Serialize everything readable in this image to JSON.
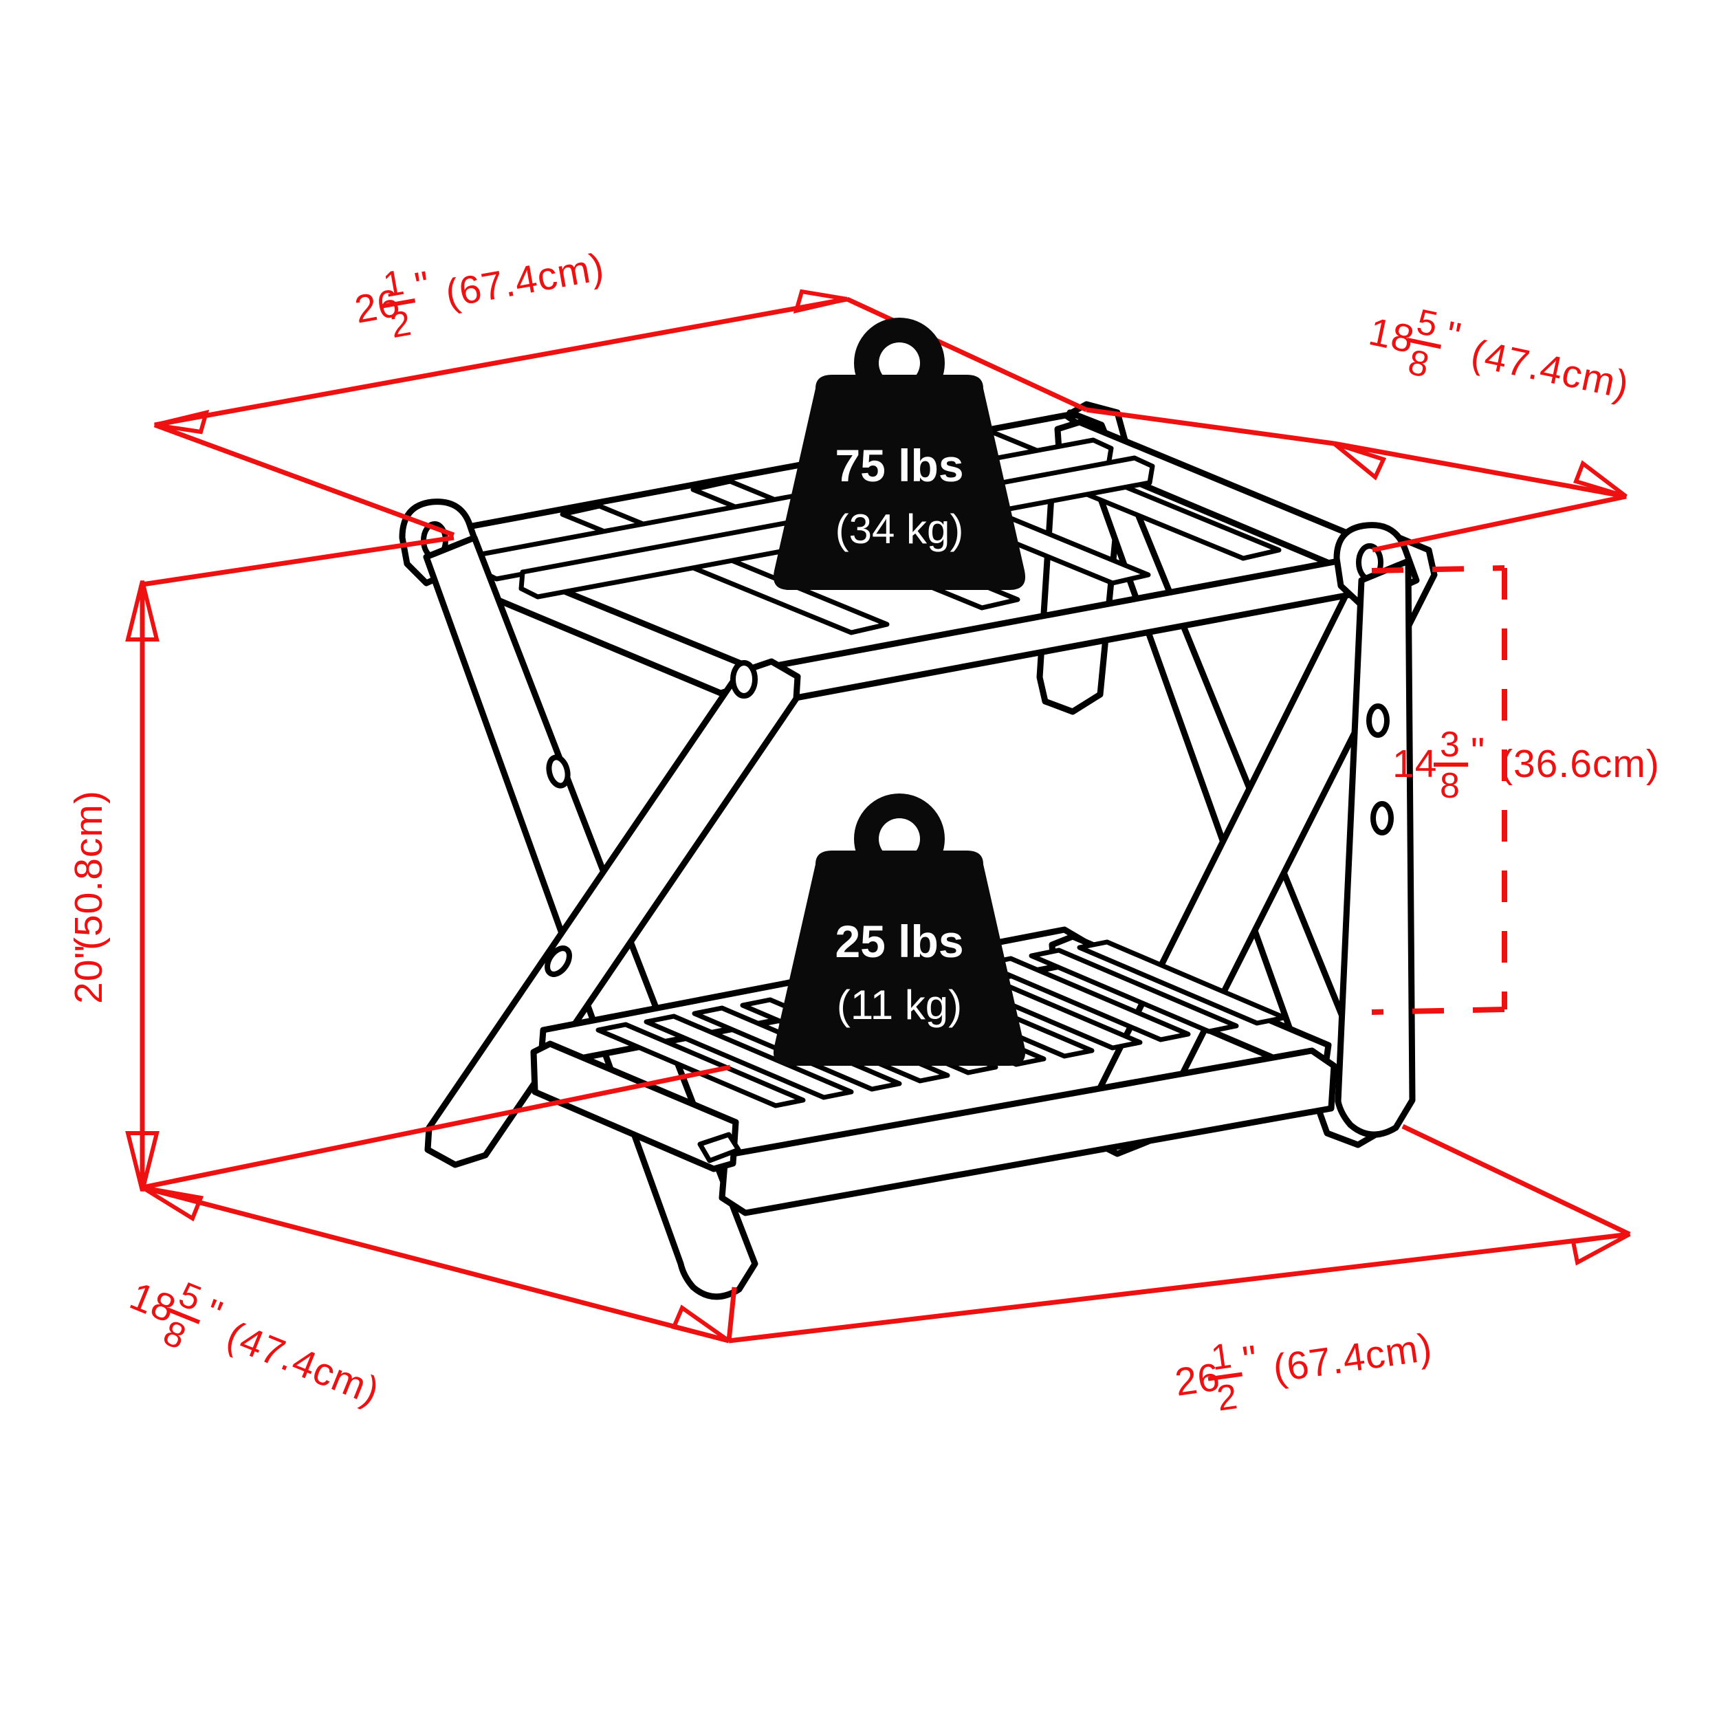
{
  "diagram": {
    "title": "Folding luggage rack dimension diagram",
    "colors": {
      "dimension_red": "#ee1111",
      "outline_black": "#000000",
      "badge_black": "#0a0a0a",
      "background": "#ffffff"
    }
  },
  "dimensions": {
    "top_width": {
      "whole": "26",
      "frac_num": "1",
      "frac_den": "2",
      "unit": "\"",
      "metric": "(67.4cm)",
      "full": "26 1/2\" (67.4cm)"
    },
    "top_depth": {
      "whole": "18",
      "frac_num": "5",
      "frac_den": "8",
      "unit": "\"",
      "metric": "(47.4cm)",
      "full": "18 5/8\" (47.4cm)"
    },
    "height": {
      "value": "20\"",
      "metric": "(50.8cm)",
      "full": "20\" (50.8cm)"
    },
    "side_height": {
      "whole": "14",
      "frac_num": "3",
      "frac_den": "8",
      "unit": "\"",
      "metric": "(36.6cm)",
      "full": "14 3/8\" (36.6cm)"
    },
    "bottom_depth": {
      "whole": "18",
      "frac_num": "5",
      "frac_den": "8",
      "unit": "\"",
      "metric": "(47.4cm)",
      "full": "18 5/8\" (47.4cm)"
    },
    "bottom_width": {
      "whole": "26",
      "frac_num": "1",
      "frac_den": "2",
      "unit": "\"",
      "metric": "(67.4cm)",
      "full": "26 1/2\" (67.4cm)"
    }
  },
  "capacity_badges": [
    {
      "id": "top-shelf",
      "lbs": "75 lbs",
      "kg": "(34 kg)"
    },
    {
      "id": "bottom-shelf",
      "lbs": "25 lbs",
      "kg": "(11 kg)"
    }
  ]
}
